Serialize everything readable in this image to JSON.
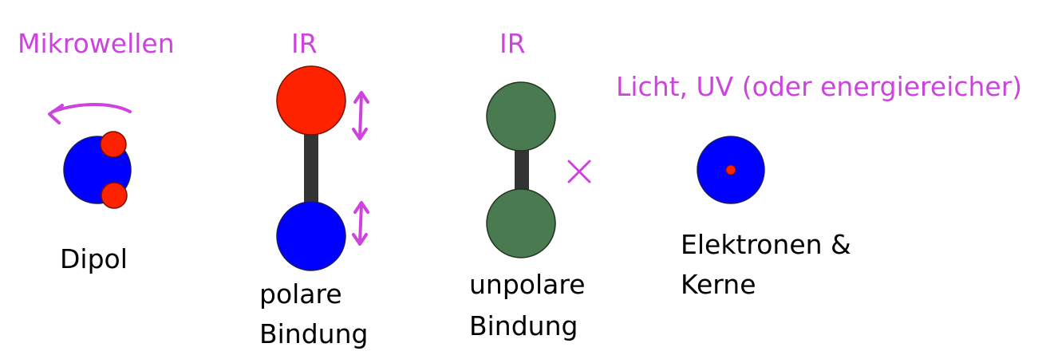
{
  "colors": {
    "annotation": "#cc44dd",
    "dipole_core": "#0000ff",
    "dipole_atoms": "#ff2200",
    "polar_top_atom": "#ff2200",
    "polar_bottom_atom": "#0000ff",
    "nonpolar_atoms": "#4a7a50",
    "bond": "#333333",
    "nucleus": "#ff2200"
  },
  "panels": [
    {
      "id": "dipole",
      "radiation": "Mikrowellen",
      "caption": [
        "Dipol"
      ],
      "annotation_icon": "rotation-arrow-icon"
    },
    {
      "id": "polar-bond",
      "radiation": "IR",
      "caption": [
        "polare",
        "Bindung"
      ],
      "annotation_icon": "double-arrow-icon"
    },
    {
      "id": "nonpolar-bond",
      "radiation": "IR",
      "caption": [
        "unpolare",
        "Bindung"
      ],
      "annotation_icon": "cross-mark-icon"
    },
    {
      "id": "electrons-nuclei",
      "radiation": "Licht, UV (oder energiereicher)",
      "caption": [
        "Elektronen &",
        "Kerne"
      ]
    }
  ]
}
